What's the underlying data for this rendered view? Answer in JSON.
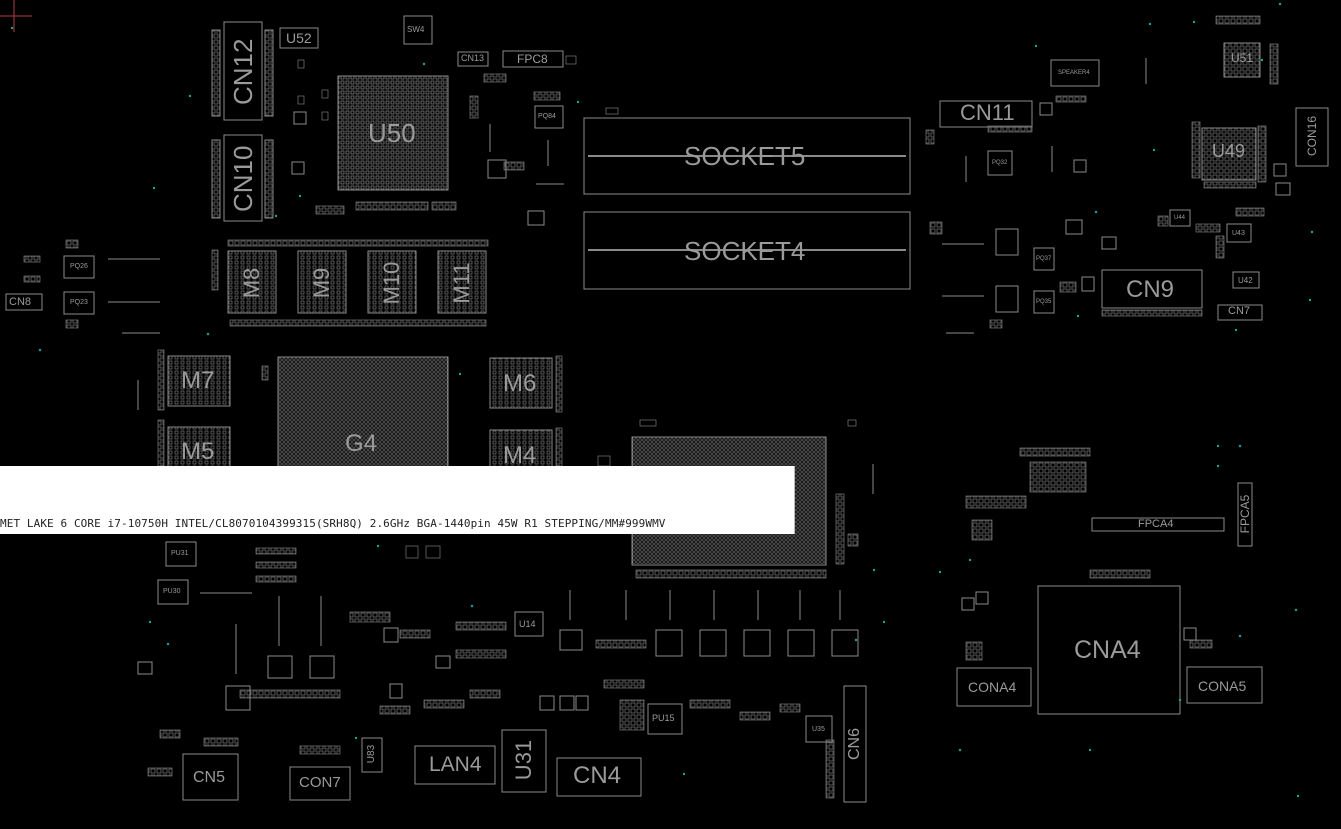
{
  "board": {
    "background": "#000000",
    "outline_color": "#8a8a8a",
    "pad_color": "#7a7a7a",
    "dot_color": "#1fa39a",
    "label_color": "#9a9a9a"
  },
  "components": {
    "cn12": "CN12",
    "cn10": "CN10",
    "u52": "U52",
    "sw4": "SW4",
    "cn13": "CN13",
    "fpc8": "FPC8",
    "u50": "U50",
    "pq84": "PQ84",
    "socket5": "SOCKET5",
    "socket4": "SOCKET4",
    "cn11": "CN11",
    "speaker4": "SPEAKER4",
    "u51": "U51",
    "u49": "U49",
    "con16": "CON16",
    "pq32": "PQ32",
    "pq37": "PQ37",
    "pq35": "PQ35",
    "cn9": "CN9",
    "cn7": "CN7",
    "u43": "U43",
    "u42": "U42",
    "u44": "U44",
    "pq26": "PQ26",
    "pq23": "PQ23",
    "cn8": "CN8",
    "m8": "M8",
    "m9": "M9",
    "m10": "M10",
    "m11": "M11",
    "m7": "M7",
    "m5": "M5",
    "g4": "G4",
    "m6": "M6",
    "m4": "M4",
    "pu31": "PU31",
    "pu30": "PU30",
    "u14": "U14",
    "pu15": "PU15",
    "u35": "U35",
    "cn6": "CN6",
    "cn5": "CN5",
    "con7": "CON7",
    "u83": "U83",
    "lan4": "LAN4",
    "u31": "U31",
    "cn4": "CN4",
    "fpca5": "FPCA5",
    "fpca4": "FPCA4",
    "cna4": "CNA4",
    "cona4": "CONA4",
    "cona5": "CONA5"
  },
  "tooltip": {
    "text": "MET LAKE 6 CORE i7-10750H INTEL/CL8070104399315(SRH8Q) 2.6GHz BGA-1440pin 45W R1 STEPPING/MM#999WMV"
  },
  "cursor": {
    "name": "crosshair-cursor",
    "color": "#b04040"
  }
}
